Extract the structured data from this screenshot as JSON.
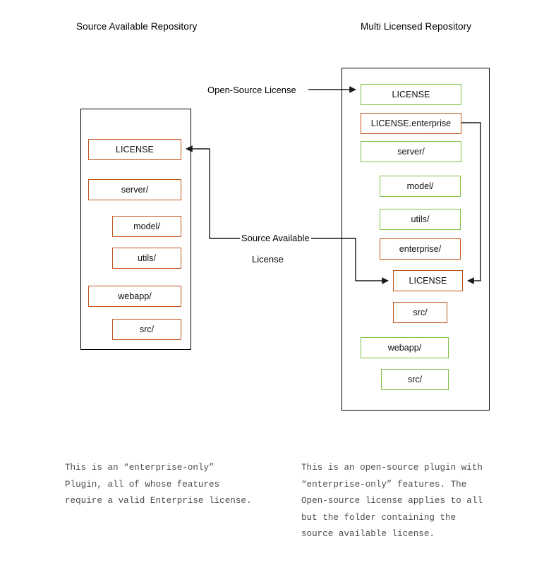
{
  "columns": {
    "left": {
      "title": "Source Available Repository"
    },
    "right": {
      "title": "Multi Licensed Repository"
    }
  },
  "connectors": {
    "open_source": {
      "label": "Open-Source License"
    },
    "source_available": {
      "label_line1": "Source Available",
      "label_line2": "License"
    }
  },
  "left_repo": {
    "nodes": [
      {
        "label": "LICENSE",
        "color": "orange",
        "indent": 0
      },
      {
        "label": "server/",
        "color": "orange",
        "indent": 0
      },
      {
        "label": "model/",
        "color": "orange",
        "indent": 1
      },
      {
        "label": "utils/",
        "color": "orange",
        "indent": 1
      },
      {
        "label": "webapp/",
        "color": "orange",
        "indent": 0
      },
      {
        "label": "src/",
        "color": "orange",
        "indent": 1
      }
    ]
  },
  "right_repo": {
    "nodes": [
      {
        "label": "LICENSE",
        "color": "green",
        "indent": 0
      },
      {
        "label": "LICENSE.enterprise",
        "color": "orange",
        "indent": 0
      },
      {
        "label": "server/",
        "color": "green",
        "indent": 0
      },
      {
        "label": "model/",
        "color": "green",
        "indent": 1
      },
      {
        "label": "utils/",
        "color": "green",
        "indent": 1
      },
      {
        "label": "enterprise/",
        "color": "orange",
        "indent": 1
      },
      {
        "label": "LICENSE",
        "color": "orange",
        "indent": 2
      },
      {
        "label": "src/",
        "color": "orange",
        "indent": 2
      },
      {
        "label": "webapp/",
        "color": "green",
        "indent": 0
      },
      {
        "label": "src/",
        "color": "green",
        "indent": 1
      }
    ]
  },
  "captions": {
    "left": "This is an “enterprise-only”\nPlugin, all of whose features\nrequire a valid Enterprise license.",
    "right": "This is an open-source plugin with\n“enterprise-only” features. The\nOpen-source license applies to all\nbut the folder containing the\nsource available license."
  },
  "colors": {
    "source_available": "#bf5318",
    "open_source": "#7bc143",
    "outline": "#000000",
    "caption_text": "#4d4d4d"
  }
}
